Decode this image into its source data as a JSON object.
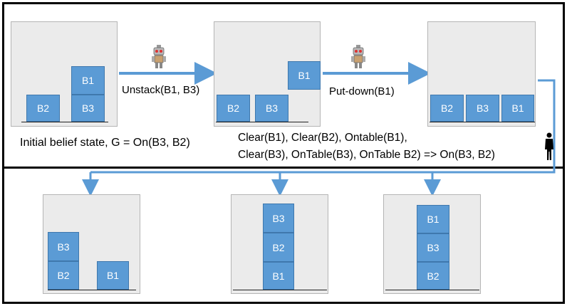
{
  "colors": {
    "block_fill": "#5b9bd5",
    "arrow": "#5b9bd5",
    "panel_bg": "#ebebeb"
  },
  "top_row": {
    "initial_state": {
      "blocks": {
        "b2": "B2",
        "b1": "B1",
        "b3": "B3"
      }
    },
    "action1_label": "Unstack(B1, B3)",
    "middle_state": {
      "blocks": {
        "b1": "B1",
        "b2": "B2",
        "b3": "B3"
      }
    },
    "action2_label": "Put-down(B1)",
    "final_state": {
      "blocks": {
        "b2": "B2",
        "b3": "B3",
        "b1": "B1"
      }
    },
    "caption_initial": "Initial belief state, G = On(B3, B2)",
    "caption_inference_line1": "Clear(B1), Clear(B2), Ontable(B1),",
    "caption_inference_line2": "Clear(B3), OnTable(B3), OnTable B2) => On(B3, B2)"
  },
  "bottom_row": {
    "state_a": {
      "blocks": {
        "top": "B3",
        "bottom": "B2",
        "side": "B1"
      }
    },
    "state_b": {
      "blocks": {
        "top": "B3",
        "mid": "B2",
        "bottom": "B1"
      }
    },
    "state_c": {
      "blocks": {
        "top": "B1",
        "mid": "B3",
        "bottom": "B2"
      }
    }
  },
  "icons": {
    "robot": "robot-icon",
    "person": "person-silhouette-icon"
  }
}
